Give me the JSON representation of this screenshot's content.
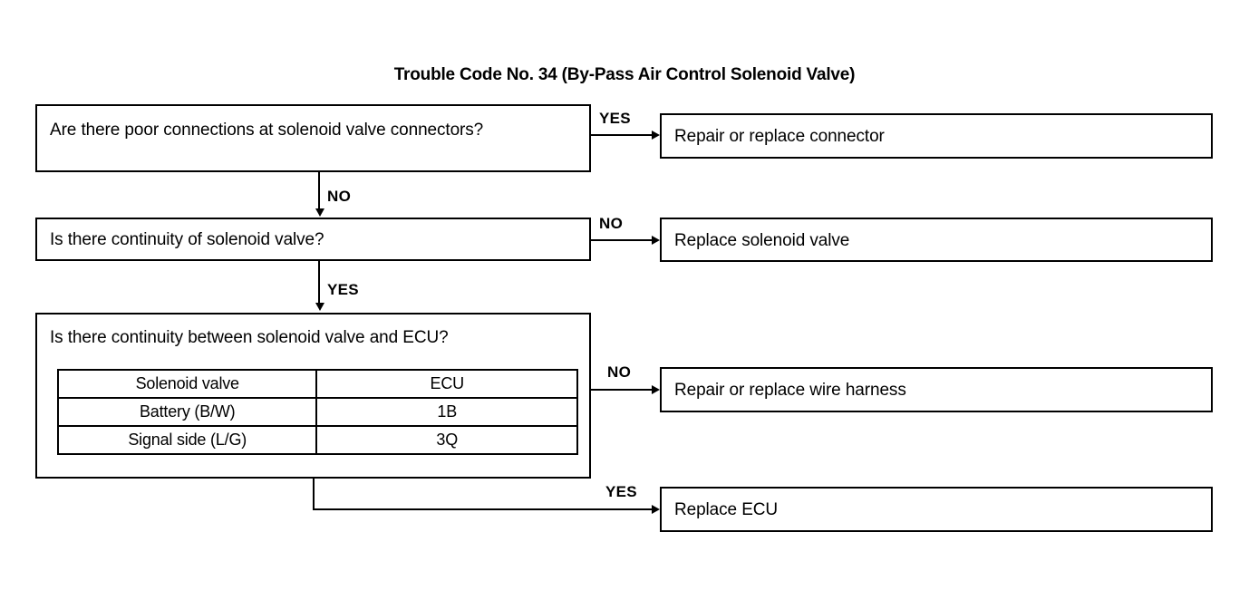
{
  "title": "Trouble Code No. 34 (By-Pass Air Control Solenoid Valve)",
  "questions": {
    "q1": "Are there poor connections at solenoid valve connectors?",
    "q2": "Is there continuity of solenoid valve?",
    "q3": "Is there continuity between solenoid valve and ECU?"
  },
  "results": {
    "r1": "Repair or replace connector",
    "r2": "Replace solenoid valve",
    "r3": "Repair or replace wire harness",
    "r4": "Replace ECU"
  },
  "edge_labels": {
    "q1_yes": "YES",
    "q1_no": "NO",
    "q2_no": "NO",
    "q2_yes": "YES",
    "q3_no": "NO",
    "q3_yes": "YES"
  },
  "table": {
    "headers": [
      "Solenoid valve",
      "ECU"
    ],
    "rows": [
      [
        "Battery (B/W)",
        "1B"
      ],
      [
        "Signal side (L/G)",
        "3Q"
      ]
    ]
  },
  "colors": {
    "ink": "#000000",
    "paper": "#ffffff"
  }
}
